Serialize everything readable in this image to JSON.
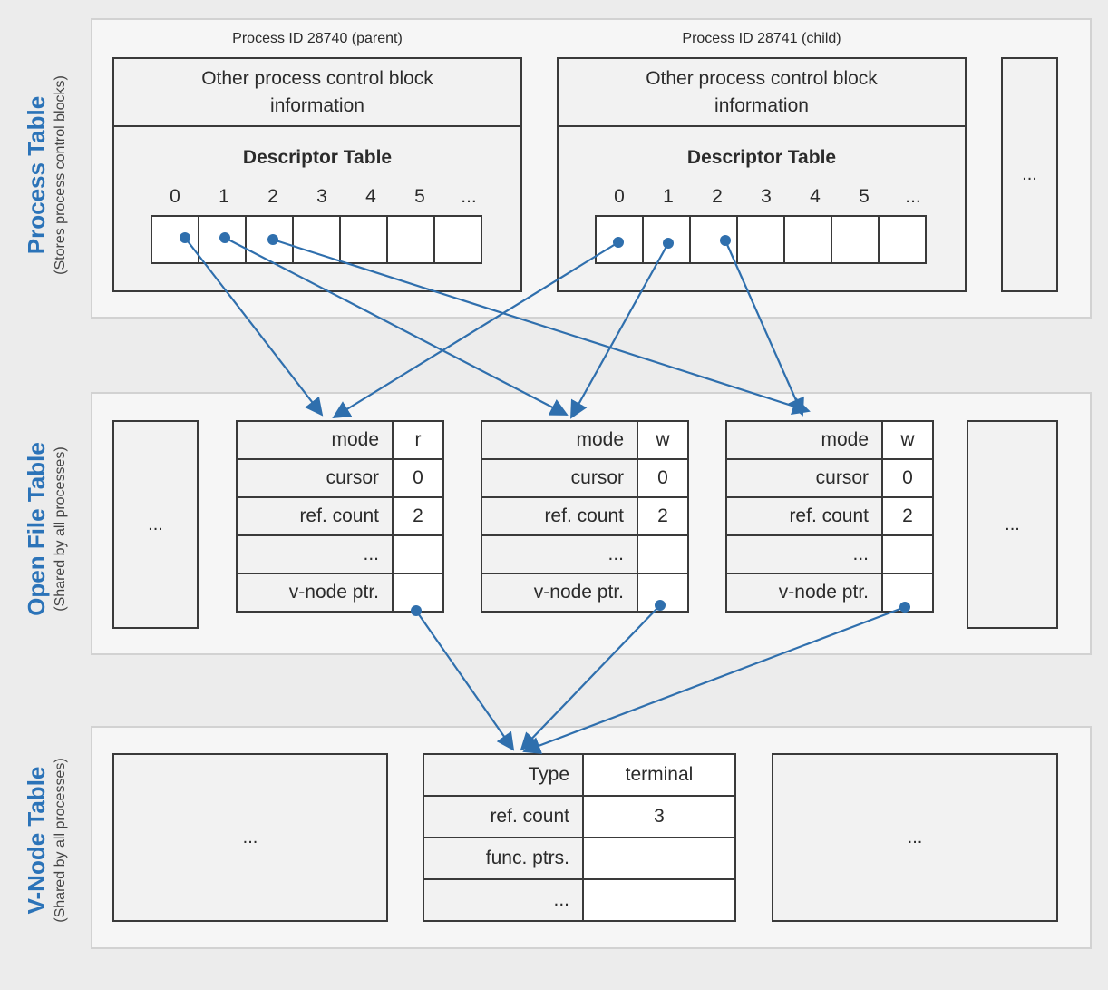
{
  "process_table": {
    "title": "Process Table",
    "subtitle": "(Stores process control blocks)",
    "parent": {
      "process_id": "Process ID 28740 (parent)",
      "pcb_info": "Other process control block information",
      "descriptor_table_title": "Descriptor Table",
      "indices": [
        "0",
        "1",
        "2",
        "3",
        "4",
        "5",
        "..."
      ]
    },
    "child": {
      "process_id": "Process ID 28741 (child)",
      "pcb_info": "Other process control block information",
      "descriptor_table_title": "Descriptor Table",
      "indices": [
        "0",
        "1",
        "2",
        "3",
        "4",
        "5",
        "..."
      ]
    },
    "more": "..."
  },
  "open_file_table": {
    "title": "Open File Table",
    "subtitle": "(Shared by all processes)",
    "more_left": "...",
    "more_right": "...",
    "entries": [
      {
        "rows": [
          [
            "mode",
            "r"
          ],
          [
            "cursor",
            "0"
          ],
          [
            "ref. count",
            "2"
          ],
          [
            "...",
            ""
          ],
          [
            "v-node ptr.",
            ""
          ]
        ]
      },
      {
        "rows": [
          [
            "mode",
            "w"
          ],
          [
            "cursor",
            "0"
          ],
          [
            "ref. count",
            "2"
          ],
          [
            "...",
            ""
          ],
          [
            "v-node ptr.",
            ""
          ]
        ]
      },
      {
        "rows": [
          [
            "mode",
            "w"
          ],
          [
            "cursor",
            "0"
          ],
          [
            "ref. count",
            "2"
          ],
          [
            "...",
            ""
          ],
          [
            "v-node ptr.",
            ""
          ]
        ]
      }
    ]
  },
  "vnode_table": {
    "title": "V-Node Table",
    "subtitle": "(Shared by all processes)",
    "more_left": "...",
    "more_right": "...",
    "entry": {
      "rows": [
        [
          "Type",
          "terminal"
        ],
        [
          "ref. count",
          "3"
        ],
        [
          "func. ptrs.",
          ""
        ],
        [
          "...",
          ""
        ]
      ]
    }
  },
  "colors": {
    "accent": "#2b73b8",
    "arrow": "#2f6fad"
  }
}
